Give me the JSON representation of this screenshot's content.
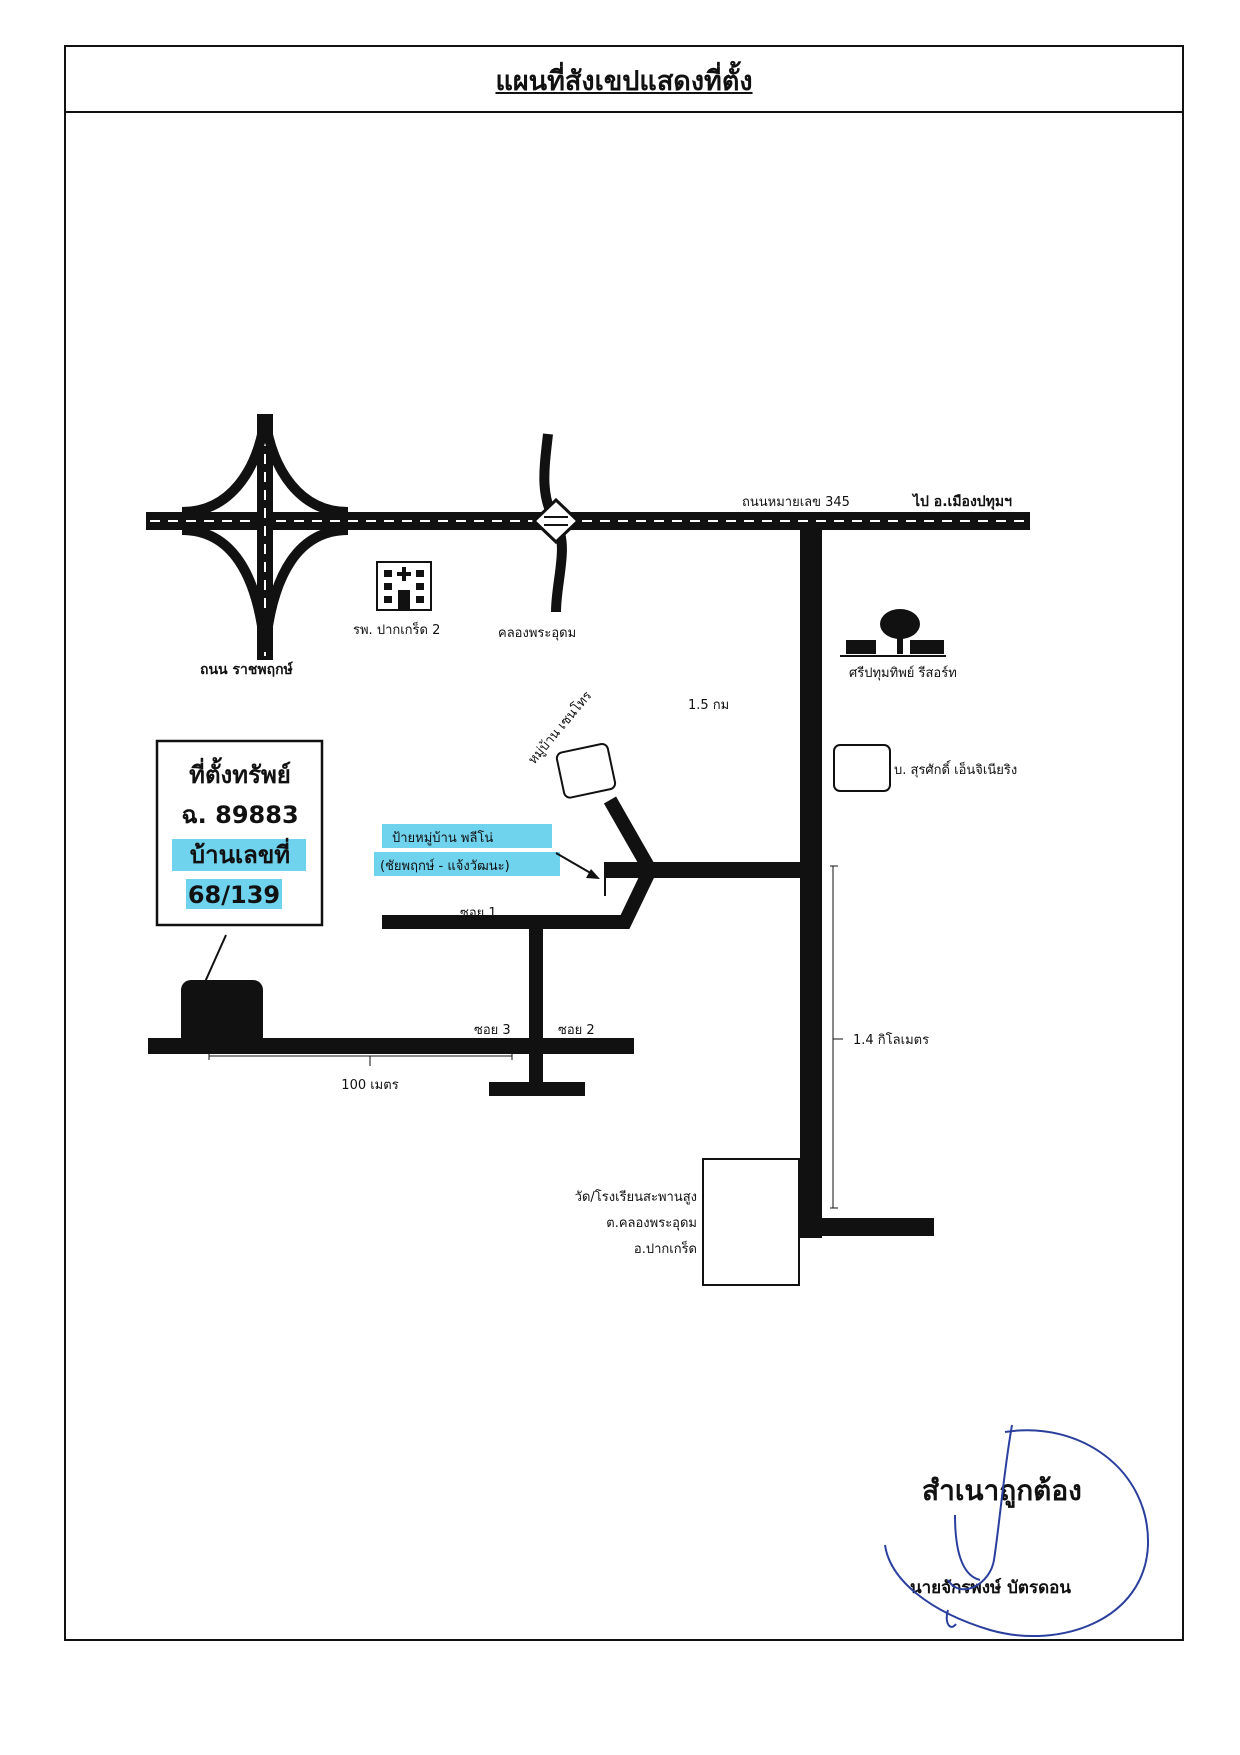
{
  "title": "แผนที่สังเขปแสดงที่ตั้ง",
  "roads": {
    "main_road": "ถนนหมายเลข 345",
    "to_city": "ไป อ.เมืองปทุมฯ",
    "ratchaphruek": "ถนน ราชพฤกษ์",
    "soi1": "ซอย 1",
    "soi2": "ซอย 2",
    "soi3": "ซอย 3"
  },
  "landmarks": {
    "hospital": "รพ. ปากเกร็ด 2",
    "canal": "คลองพระอุดม",
    "resort": "ศรีปทุมทิพย์ รีสอร์ท",
    "village_centro": "หมู่บ้าน เซนโทร",
    "company": "บ. สุรศักดิ์ เอ็นจิเนียริง",
    "sign_line1": "ป้ายหมู่บ้าน พลีโน่",
    "sign_line2": "(ชัยพฤกษ์ - แจ้งวัฒนะ)",
    "temple_line1": "วัด/โรงเรียนสะพานสูง",
    "temple_line2": "ต.คลองพระอุดม",
    "temple_line3": "อ.ปากเกร็ด"
  },
  "distances": {
    "d1": "1.5 กม",
    "d2": "1.4 กิโลเมตร",
    "d3": "100 เมตร"
  },
  "property_box": {
    "line1": "ที่ตั้งทรัพย์",
    "line2": "ฉ. 89883",
    "line3": "บ้านเลขที่",
    "line4": "68/139"
  },
  "signature": {
    "line1": "สำเนาถูกต้อง",
    "line2": "นายจักรพงษ์ บัตรดอน"
  },
  "colors": {
    "road": "#111111",
    "highlight": "#6fd3ee"
  }
}
